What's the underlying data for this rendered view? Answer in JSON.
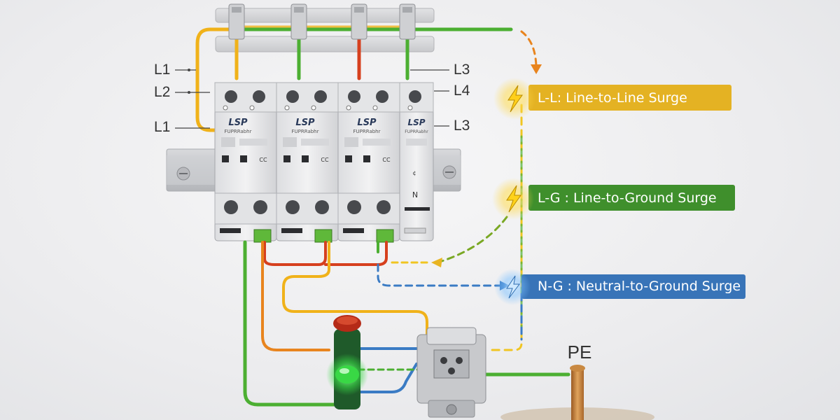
{
  "phase_labels": [
    "L1",
    "L2",
    "L1",
    "L3",
    "L4",
    "L3"
  ],
  "modules": [
    {
      "brand": "LSP",
      "model": "FUPRRabhr"
    },
    {
      "brand": "LSP",
      "model": "FUPRRabhr"
    },
    {
      "brand": "LSP",
      "model": "FUPRRabhr"
    },
    {
      "brand": "LSP",
      "model": "FUPRRabhr"
    }
  ],
  "neutral_module_label": "N",
  "terminal_marks": [
    "CC",
    "CC",
    "CC",
    "¢"
  ],
  "banners": [
    {
      "code": "L-L",
      "separator": ":",
      "text": "Line-to-Line Surge",
      "color": "#e4b223",
      "text_color": "#ffffff",
      "icon": "lightning-bolt"
    },
    {
      "code": "L-G",
      "separator": ":",
      "text": "Line-to-Ground Surge",
      "color": "#3f8f2c",
      "text_color": "#ffffff",
      "icon": "lightning-bolt"
    },
    {
      "code": "N-G",
      "separator": ":",
      "text": "Neutral-to-Ground Surge",
      "color": "#3874b8",
      "text_color": "#ffffff",
      "icon": "lightning-bolt"
    }
  ],
  "ground_label": "PE",
  "wire_colors": {
    "yellow": "#f0b21a",
    "green": "#4caf32",
    "red": "#d6401e",
    "blue": "#3a7bc4",
    "orange": "#e8841e"
  },
  "indicator": {
    "top_color": "#b52a17",
    "bottom_color": "#39d845"
  }
}
